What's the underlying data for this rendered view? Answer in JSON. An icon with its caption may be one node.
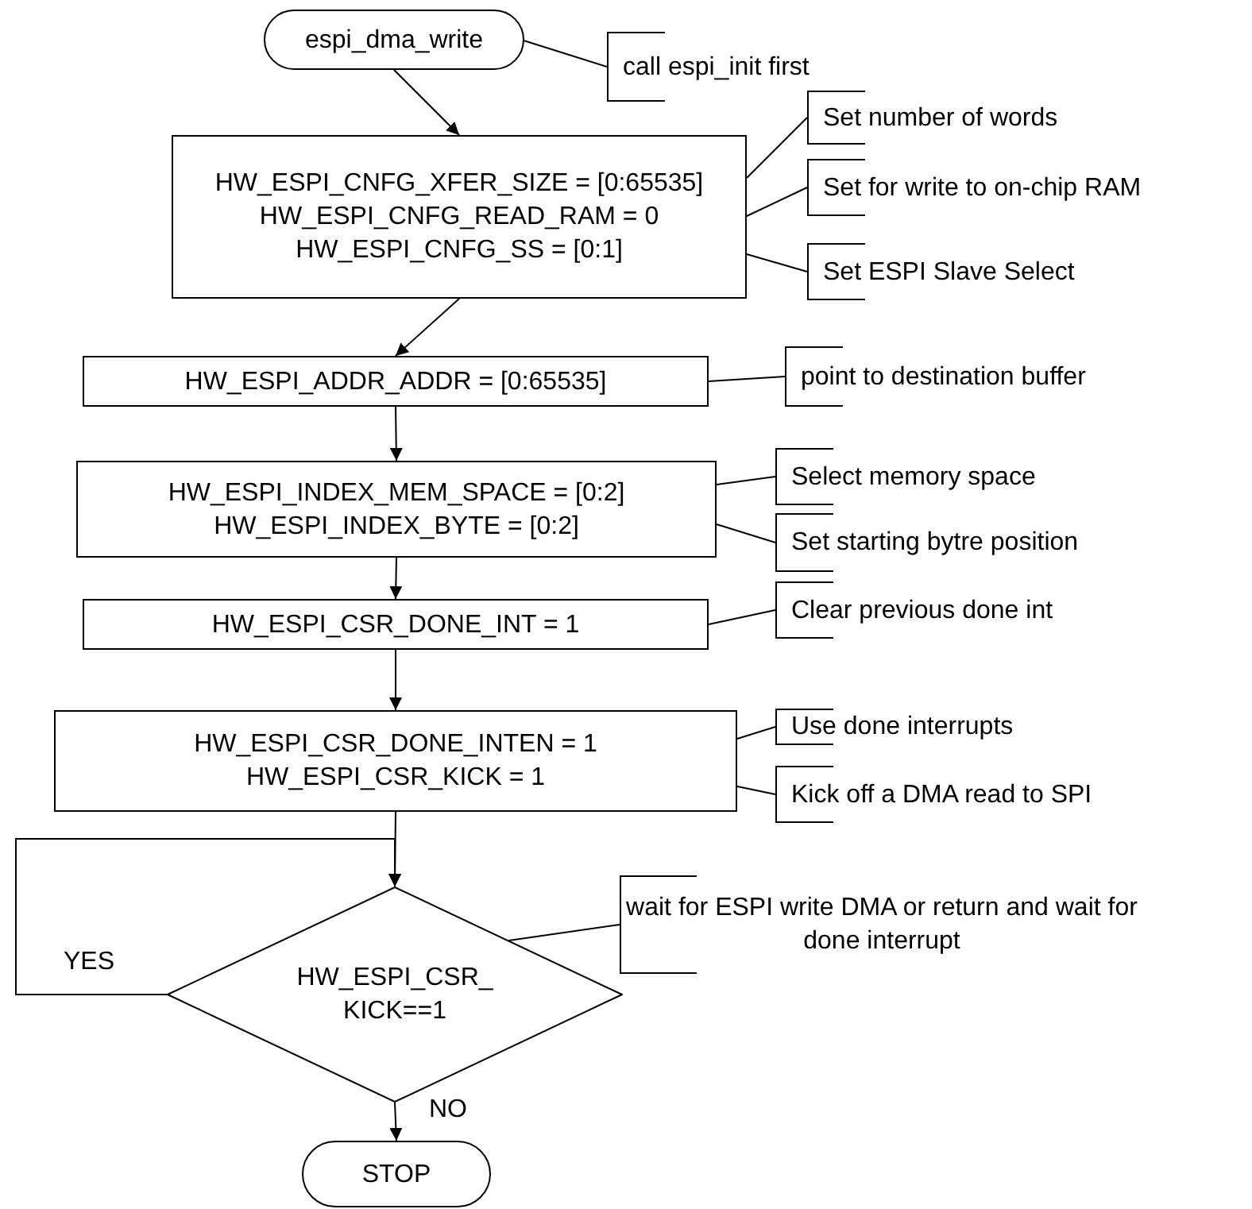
{
  "diagram": {
    "nodes": [
      {
        "text": [
          "espi_dma_write"
        ]
      },
      {
        "text": [
          "call espi_init first"
        ]
      },
      {
        "text": [
          "HW_ESPI_CNFG_XFER_SIZE = [0:65535]",
          "HW_ESPI_CNFG_READ_RAM = 0",
          "HW_ESPI_CNFG_SS = [0:1]"
        ]
      },
      {
        "text": [
          "Set number of words"
        ]
      },
      {
        "text": [
          "Set for write to on-chip RAM"
        ]
      },
      {
        "text": [
          "Set ESPI Slave Select"
        ]
      },
      {
        "text": [
          "HW_ESPI_ADDR_ADDR = [0:65535]"
        ]
      },
      {
        "text": [
          "point to destination buffer"
        ]
      },
      {
        "text": [
          "HW_ESPI_INDEX_MEM_SPACE = [0:2]",
          "HW_ESPI_INDEX_BYTE = [0:2]"
        ]
      },
      {
        "text": [
          "Select memory space"
        ]
      },
      {
        "text": [
          "Set starting bytre position"
        ]
      },
      {
        "text": [
          "HW_ESPI_CSR_DONE_INT = 1"
        ]
      },
      {
        "text": [
          "Clear previous done int"
        ]
      },
      {
        "text": [
          "HW_ESPI_CSR_DONE_INTEN = 1",
          "HW_ESPI_CSR_KICK = 1"
        ]
      },
      {
        "text": [
          "Use done interrupts"
        ]
      },
      {
        "text": [
          "Kick off a DMA read to SPI"
        ]
      },
      {
        "text": [
          "HW_ESPI_CSR_ KICK==1"
        ]
      },
      {
        "text": [
          "wait for ESPI write DMA or return and wait for done interrupt"
        ]
      },
      {
        "text": [
          "STOP"
        ]
      }
    ],
    "edges": [
      {
        "from": 0,
        "to": 2,
        "arrow": "to"
      },
      {
        "from": 2,
        "to": 6,
        "arrow": "to"
      },
      {
        "from": 6,
        "to": 8,
        "arrow": "to"
      },
      {
        "from": 8,
        "to": 11,
        "arrow": "to"
      },
      {
        "from": 11,
        "to": 13,
        "arrow": "to"
      },
      {
        "from": 13,
        "to": 16,
        "arrow": "to"
      },
      {
        "from": 16,
        "to": 16,
        "arrow": "to",
        "label": "YES"
      },
      {
        "from": 16,
        "to": 18,
        "arrow": "to",
        "label": "NO"
      },
      {
        "from": 1,
        "to": 0,
        "arrow": "none"
      },
      {
        "from": 3,
        "to": 2,
        "arrow": "none"
      },
      {
        "from": 4,
        "to": 2,
        "arrow": "none"
      },
      {
        "from": 5,
        "to": 2,
        "arrow": "none"
      },
      {
        "from": 7,
        "to": 6,
        "arrow": "none"
      },
      {
        "from": 9,
        "to": 8,
        "arrow": "none"
      },
      {
        "from": 10,
        "to": 8,
        "arrow": "none"
      },
      {
        "from": 12,
        "to": 11,
        "arrow": "none"
      },
      {
        "from": 14,
        "to": 13,
        "arrow": "none"
      },
      {
        "from": 15,
        "to": 13,
        "arrow": "none"
      },
      {
        "from": 17,
        "to": 16,
        "arrow": "none"
      }
    ]
  }
}
